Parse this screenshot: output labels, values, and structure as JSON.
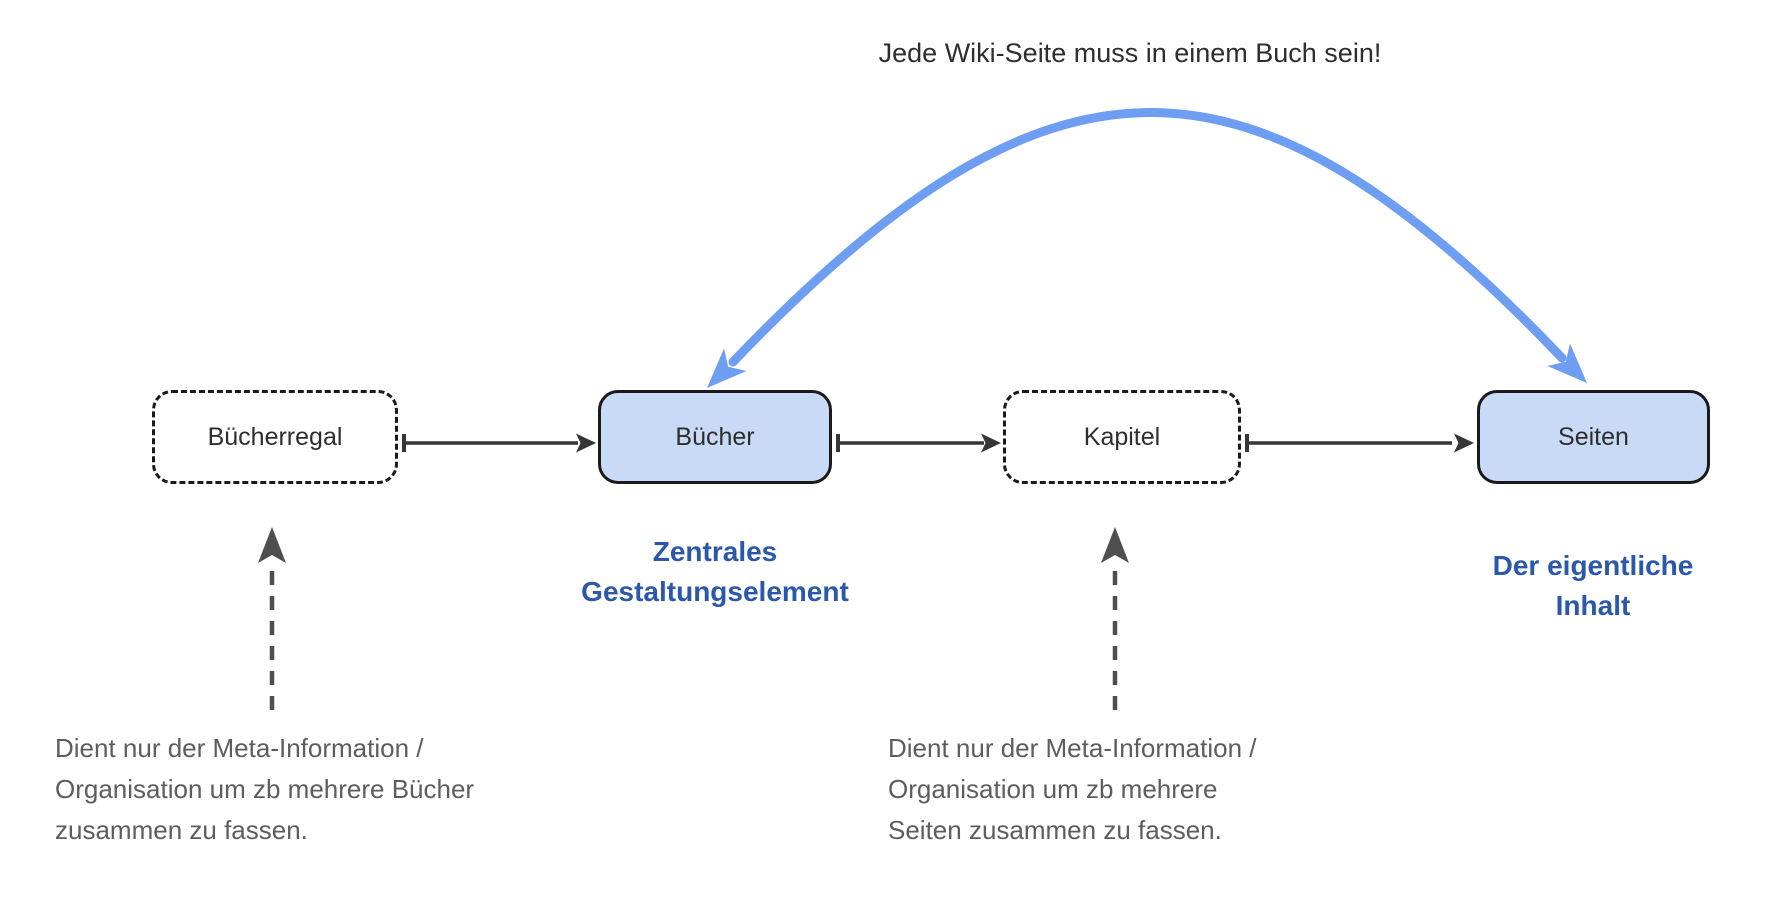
{
  "diagram": {
    "top_note": "Jede Wiki-Seite muss in einem Buch sein!",
    "nodes": [
      {
        "label": "Bücherregal",
        "style": "dashed"
      },
      {
        "label": "Bücher",
        "style": "solid-highlight"
      },
      {
        "label": "Kapitel",
        "style": "dashed"
      },
      {
        "label": "Seiten",
        "style": "solid-highlight"
      }
    ],
    "captions": [
      {
        "target": "Bücher",
        "lines": [
          "Zentrales",
          "Gestaltungselement"
        ]
      },
      {
        "target": "Seiten",
        "lines": [
          "Der eigentliche",
          "Inhalt"
        ]
      }
    ],
    "annotations": [
      {
        "target": "Bücherregal",
        "lines": [
          "Dient nur der Meta-Information /",
          "Organisation um zb mehrere Bücher",
          "zusammen zu fassen."
        ]
      },
      {
        "target": "Kapitel",
        "lines": [
          "Dient nur der Meta-Information /",
          "Organisation um zb mehrere",
          "Seiten zusammen zu fassen."
        ]
      }
    ],
    "colors": {
      "node_fill": "#c9daf7",
      "node_border": "#1a1a1a",
      "edge": "#363636",
      "relation_arc": "#6d9ef1",
      "caption_text": "#2b58a8",
      "annotation_text": "#5d5d5d",
      "note_text": "#2e2e2e"
    }
  }
}
